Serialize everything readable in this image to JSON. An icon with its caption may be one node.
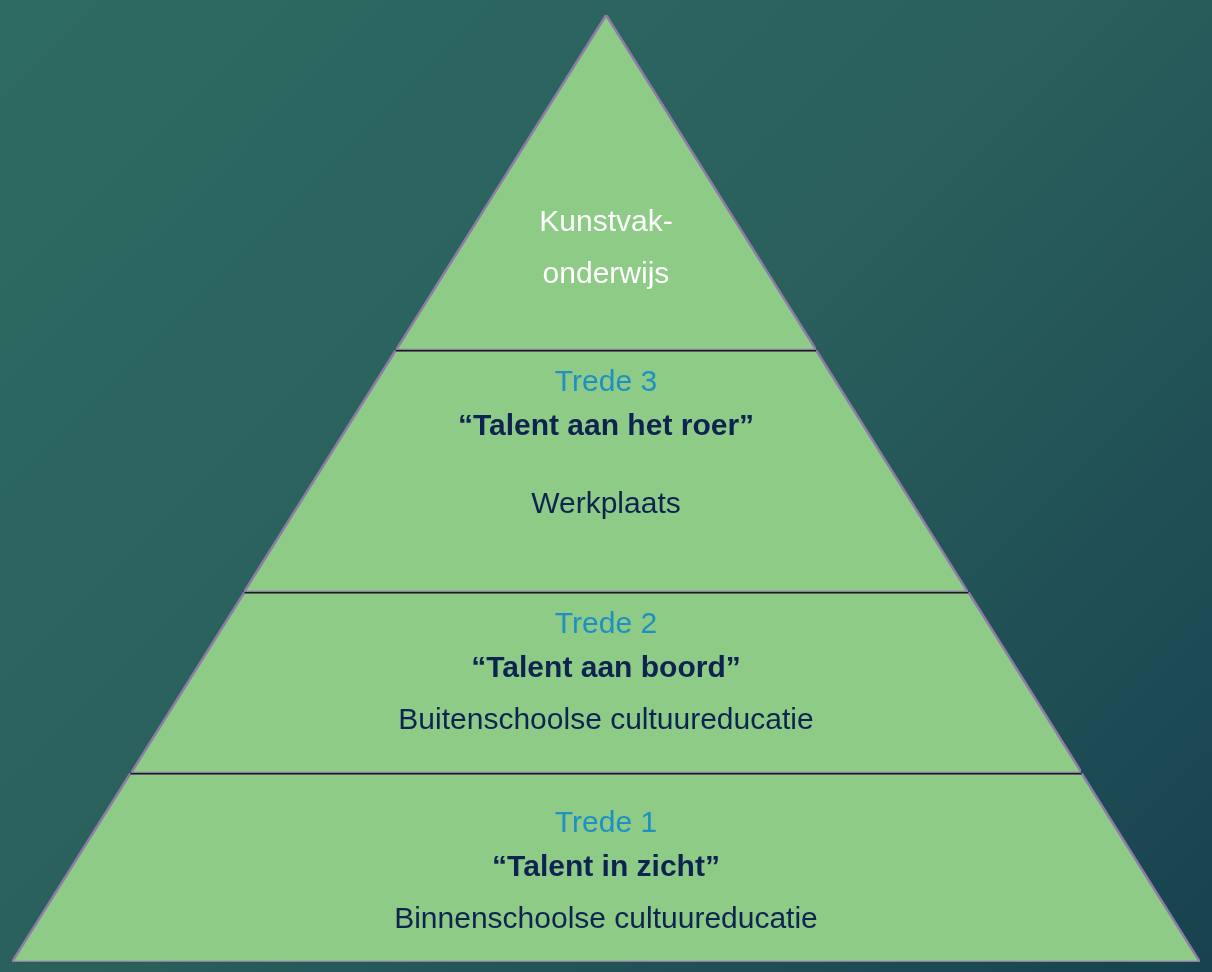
{
  "diagram": {
    "nodes": [
      {
        "text": [
          "Kunstvak- onderwijs"
        ]
      },
      {
        "text": [
          "Trede 3",
          "“Talent aan het roer”",
          "Werkplaats"
        ]
      },
      {
        "text": [
          "Trede 2",
          "“Talent aan boord”",
          "Buitenschoolse cultuureducatie"
        ]
      },
      {
        "text": [
          "Trede 1",
          "“Talent in zicht”",
          "Binnenschoolse cultuureducatie"
        ]
      }
    ]
  }
}
